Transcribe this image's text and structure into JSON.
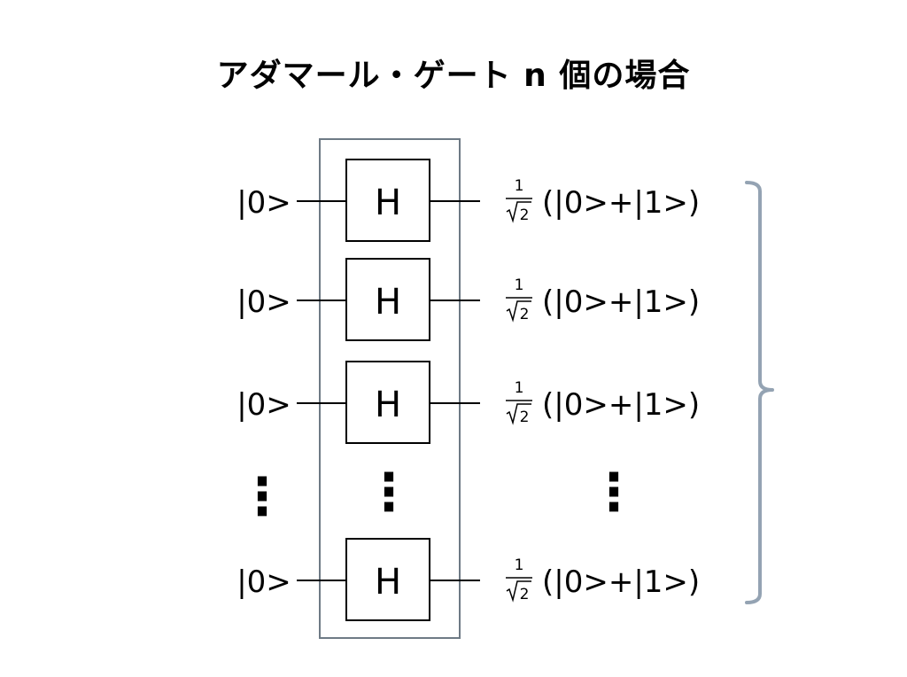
{
  "title": "アダマール・ゲート n 個の場合",
  "colors": {
    "line": "#000000",
    "group_box": "#6e7a85",
    "brace": "#94a3b3",
    "background": "#ffffff"
  },
  "qubits": [
    {
      "input": "|0>",
      "gate": "H",
      "coeff_num": "1",
      "coeff_den": "2",
      "output": "(|0>+|1>)"
    },
    {
      "input": "|0>",
      "gate": "H",
      "coeff_num": "1",
      "coeff_den": "2",
      "output": "(|0>+|1>)"
    },
    {
      "input": "|0>",
      "gate": "H",
      "coeff_num": "1",
      "coeff_den": "2",
      "output": "(|0>+|1>)"
    },
    {
      "input": "|0>",
      "gate": "H",
      "coeff_num": "1",
      "coeff_den": "2",
      "output": "(|0>+|1>)"
    }
  ],
  "ellipsis": "⋮",
  "icons": {
    "sqrt": "sqrt-symbol-icon",
    "brace": "right-curly-brace-icon"
  }
}
